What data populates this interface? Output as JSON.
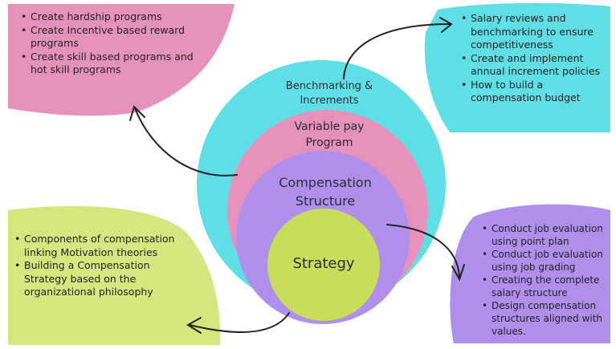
{
  "colors": {
    "pink": "#e591bb",
    "cyan": "#5fdfe5",
    "purple": "#b08fec",
    "lime": "#d6e67f",
    "strategy": "#c8dd5c"
  },
  "rings": {
    "benchmarking": "Benchmarking & Increments",
    "variable_pay": "Variable pay Program",
    "compensation_structure": "Compensation Structure",
    "strategy": "Strategy"
  },
  "boxes": {
    "variable_pay": [
      "Create hardship programs",
      "Create Incentive based reward programs",
      "Create skill based programs and hot skill programs"
    ],
    "benchmarking": [
      "Salary reviews and benchmarking to ensure competitiveness",
      "Create and implement annual increment policies",
      "How to build a compensation budget"
    ],
    "strategy": [
      "Components of compensation linking Motivation theories",
      "Building a Compensation Strategy based on the organizational philosophy"
    ],
    "compensation_structure": [
      "Conduct job evaluation using point plan",
      "Conduct job evaluation using job grading",
      "Creating the complete salary structure",
      "Design compensation structures aligned with values."
    ]
  }
}
